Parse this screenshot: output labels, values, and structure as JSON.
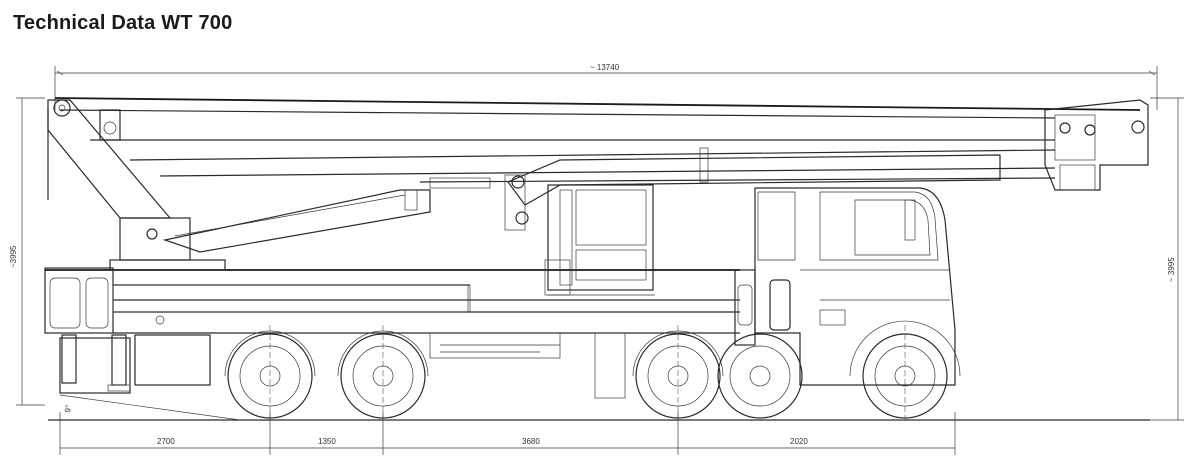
{
  "title": "Technical Data WT 700",
  "dimensions": {
    "overall_length": "~ 13740",
    "height_left": "~3995",
    "height_right": "~ 3995",
    "seg_1": "2700",
    "seg_2": "1350",
    "seg_3": "3680",
    "seg_4": "2020",
    "angle": "9°"
  },
  "colors": {
    "line": "#2a2a2a",
    "background": "#ffffff"
  }
}
